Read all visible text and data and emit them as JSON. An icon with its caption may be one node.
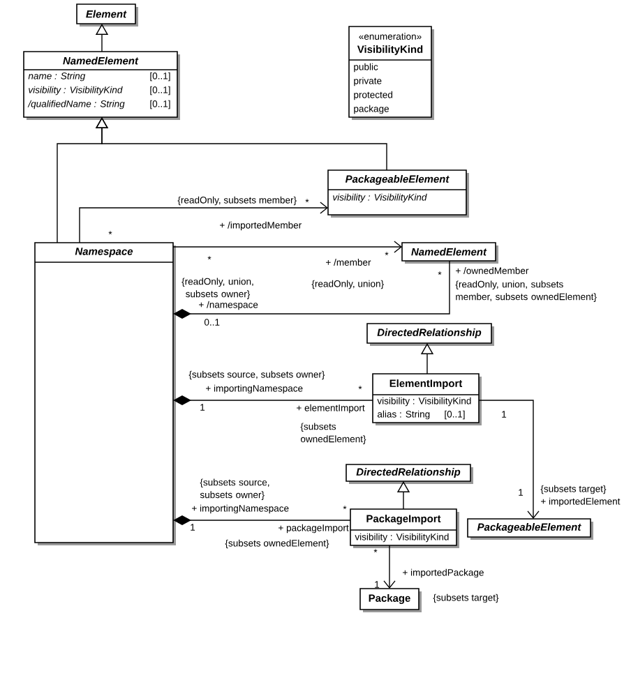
{
  "diagram": {
    "nodes": [
      {
        "text": [
          "Element"
        ]
      },
      {
        "text": [
          "NamedElement",
          "name : String",
          "[0..1]",
          "visibility : VisibilityKind",
          "[0..1]",
          "/qualifiedName : String",
          "[0..1]"
        ]
      },
      {
        "text": [
          "«enumeration»",
          "VisibilityKind",
          "public",
          "private",
          "protected",
          "package"
        ]
      },
      {
        "text": [
          "PackageableElement",
          "visibility : VisibilityKind"
        ]
      },
      {
        "text": [
          "Namespace"
        ]
      },
      {
        "text": [
          "NamedElement"
        ]
      },
      {
        "text": [
          "DirectedRelationship"
        ]
      },
      {
        "text": [
          "ElementImport",
          "visibility : VisibilityKind",
          "alias : String",
          "[0..1]"
        ]
      },
      {
        "text": [
          "DirectedRelationship"
        ]
      },
      {
        "text": [
          "PackageImport",
          "visibility : VisibilityKind"
        ]
      },
      {
        "text": [
          "PackageableElement"
        ]
      },
      {
        "text": [
          "Package"
        ]
      }
    ],
    "edges": [
      {
        "from": 1,
        "to": 0,
        "arrow": "to"
      },
      {
        "from": 4,
        "to": 1,
        "arrow": "to"
      },
      {
        "from": 3,
        "to": 1,
        "arrow": "to"
      },
      {
        "from": 4,
        "to": 3,
        "arrow": "to"
      },
      {
        "from": 4,
        "to": 5,
        "arrow": "to"
      },
      {
        "from": 4,
        "to": 5,
        "arrow": "other"
      },
      {
        "from": 7,
        "to": 6,
        "arrow": "to"
      },
      {
        "from": 4,
        "to": 7,
        "arrow": "other"
      },
      {
        "from": 7,
        "to": 10,
        "arrow": "to"
      },
      {
        "from": 9,
        "to": 8,
        "arrow": "to"
      },
      {
        "from": 4,
        "to": 9,
        "arrow": "other"
      },
      {
        "from": 9,
        "to": 11,
        "arrow": "to"
      }
    ],
    "labels": [
      "{readOnly, subsets member}",
      "*",
      "+ /importedMember",
      "*",
      "*",
      "*",
      "+ /member",
      "+ /ownedMember",
      "*",
      "{readOnly, union}",
      "{readOnly, union, subsets owner}",
      "{readOnly, union, subsets member, subsets ownedElement}",
      "+ /namespace",
      "0..1",
      "{subsets source, subsets owner}",
      "*",
      "+ importingNamespace",
      "1",
      "+ elementImport",
      "1",
      "{subsets ownedElement}",
      "{subsets source, subsets owner}",
      "{subsets target}",
      "1",
      "+ importedElement",
      "+ importingNamespace",
      "*",
      "1",
      "+ packageImport",
      "{subsets ownedElement}",
      "*",
      "+ importedPackage",
      "1",
      "{subsets target}"
    ]
  }
}
